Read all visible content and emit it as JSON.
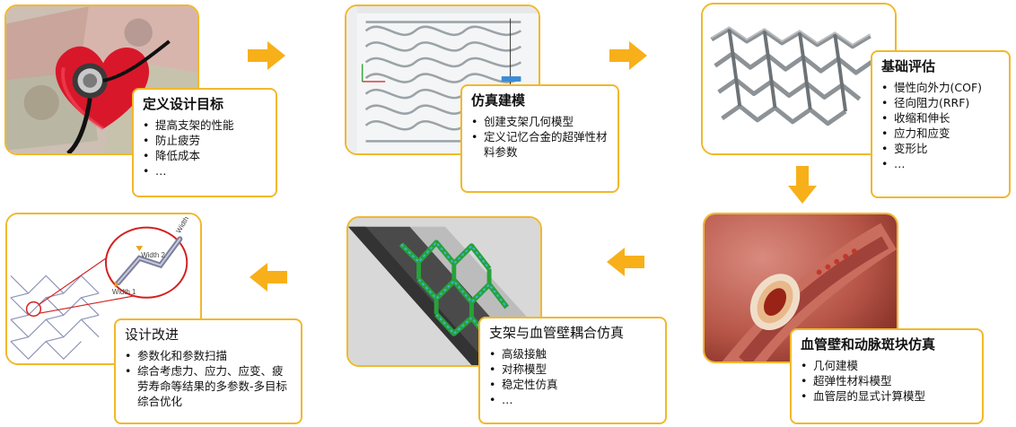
{
  "steps": [
    {
      "title": "定义设计目标",
      "items": [
        "提高支架的性能",
        "防止疲劳",
        "降低成本",
        "…"
      ]
    },
    {
      "title": "仿真建模",
      "items": [
        "创建支架几何模型",
        "定义记忆合金的超弹性材料参数"
      ]
    },
    {
      "title": "基础评估",
      "items": [
        "慢性向外力(COF)",
        "径向阻力(RRF)",
        "收缩和伸长",
        "应力和应变",
        "变形比",
        "…"
      ]
    },
    {
      "title": "血管壁和动脉斑块仿真",
      "items": [
        "几何建模",
        "超弹性材料模型",
        "血管层的显式计算模型"
      ]
    },
    {
      "title": "支架与血管壁耦合仿真",
      "items": [
        "高级接触",
        "对称模型",
        "稳定性仿真",
        "…"
      ]
    },
    {
      "title": "设计改进",
      "items": [
        "参数化和参数扫描",
        "综合考虑力、应力、应变、疲劳寿命等结果的多参数-多目标综合优化"
      ]
    }
  ],
  "figure_labels": {
    "width1": "Width 1",
    "width2": "Width 2",
    "width3": "Width"
  },
  "colors": {
    "accent": "#f1b82d",
    "arrow": "#f7b01a"
  }
}
